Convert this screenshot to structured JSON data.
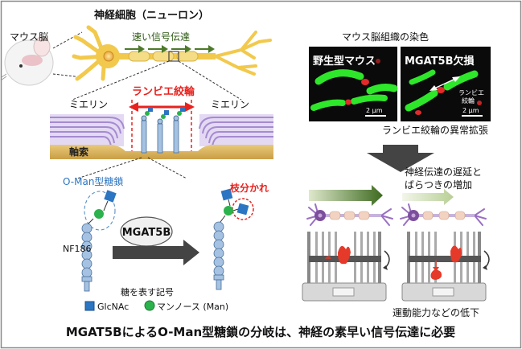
{
  "labels": {
    "mouse_brain": "マウス脳",
    "neuron_title": "神経細胞（ニューロン）",
    "fast_signal": "速い信号伝達",
    "ranvier_node": "ランビエ絞輪",
    "myelin_left": "ミエリン",
    "myelin_right": "ミエリン",
    "axon": "軸索",
    "oman_glycan": "O-Man型糖鎖",
    "branching": "枝分かれ",
    "enzyme": "MGAT5B",
    "protein": "NF186",
    "legend_title": "糖を表す記号",
    "legend_glcnac": "GlcNAc",
    "legend_man": "マンノース (Man)",
    "stain_title": "マウス脳組織の染色",
    "wildtype": "野生型マウス",
    "knockout": "MGAT5B欠損",
    "scale_bar_left": "2 μm",
    "scale_bar_right": "2 μm",
    "ranvier_annot_1": "ランビエ",
    "ranvier_annot_2": "絞輪",
    "abnormal_expansion": "ランビエ絞輪の異常拡張",
    "delay_1": "神経伝達の遅延と",
    "delay_2": "ばらつきの増加",
    "motor_decline": "運動能力などの低下",
    "conclusion": "MGAT5BによるO-Man型糖鎖の分岐は、神経の素早い信号伝達に必要"
  },
  "colors": {
    "myelin": "#c9b8e6",
    "axon": "#dcb865",
    "neuron": "#f2c94c",
    "signal_arrow": "#4d7a2a",
    "ranvier_red": "#e8221e",
    "glcnac_blue": "#2b75c2",
    "mannose_green": "#2bb24c",
    "protein_blue": "#a5c2e2",
    "gray_arrow": "#444444",
    "mouse_purple": "#7c4f9c"
  }
}
